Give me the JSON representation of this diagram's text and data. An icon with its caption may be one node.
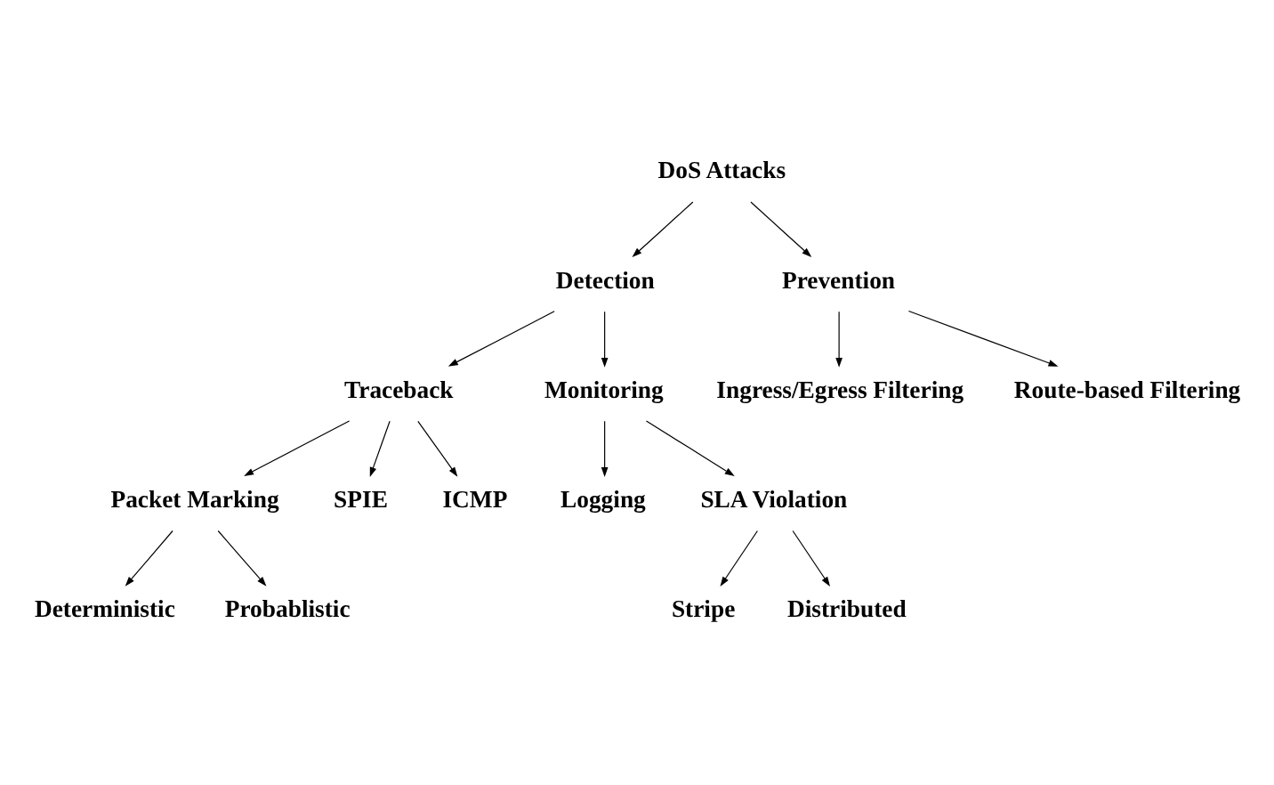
{
  "diagram": {
    "nodes": [
      {
        "text": [
          "DoS Attacks"
        ]
      },
      {
        "text": [
          "Detection"
        ]
      },
      {
        "text": [
          "Prevention"
        ]
      },
      {
        "text": [
          "Traceback"
        ]
      },
      {
        "text": [
          "Monitoring"
        ]
      },
      {
        "text": [
          "Ingress/Egress Filtering"
        ]
      },
      {
        "text": [
          "Route-based Filtering"
        ]
      },
      {
        "text": [
          "Packet Marking"
        ]
      },
      {
        "text": [
          "SPIE"
        ]
      },
      {
        "text": [
          "ICMP"
        ]
      },
      {
        "text": [
          "Logging"
        ]
      },
      {
        "text": [
          "SLA Violation"
        ]
      },
      {
        "text": [
          "Deterministic"
        ]
      },
      {
        "text": [
          "Probablistic"
        ]
      },
      {
        "text": [
          "Stripe"
        ]
      },
      {
        "text": [
          "Distributed"
        ]
      }
    ],
    "edges": [
      {
        "from": 0,
        "to": 1,
        "arrow": "to"
      },
      {
        "from": 0,
        "to": 2,
        "arrow": "to"
      },
      {
        "from": 1,
        "to": 3,
        "arrow": "to"
      },
      {
        "from": 1,
        "to": 4,
        "arrow": "to"
      },
      {
        "from": 2,
        "to": 5,
        "arrow": "to"
      },
      {
        "from": 2,
        "to": 6,
        "arrow": "to"
      },
      {
        "from": 3,
        "to": 7,
        "arrow": "to"
      },
      {
        "from": 3,
        "to": 8,
        "arrow": "to"
      },
      {
        "from": 3,
        "to": 9,
        "arrow": "to"
      },
      {
        "from": 4,
        "to": 10,
        "arrow": "to"
      },
      {
        "from": 4,
        "to": 11,
        "arrow": "to"
      },
      {
        "from": 7,
        "to": 12,
        "arrow": "to"
      },
      {
        "from": 7,
        "to": 13,
        "arrow": "to"
      },
      {
        "from": 11,
        "to": 14,
        "arrow": "to"
      },
      {
        "from": 11,
        "to": 15,
        "arrow": "to"
      }
    ]
  }
}
